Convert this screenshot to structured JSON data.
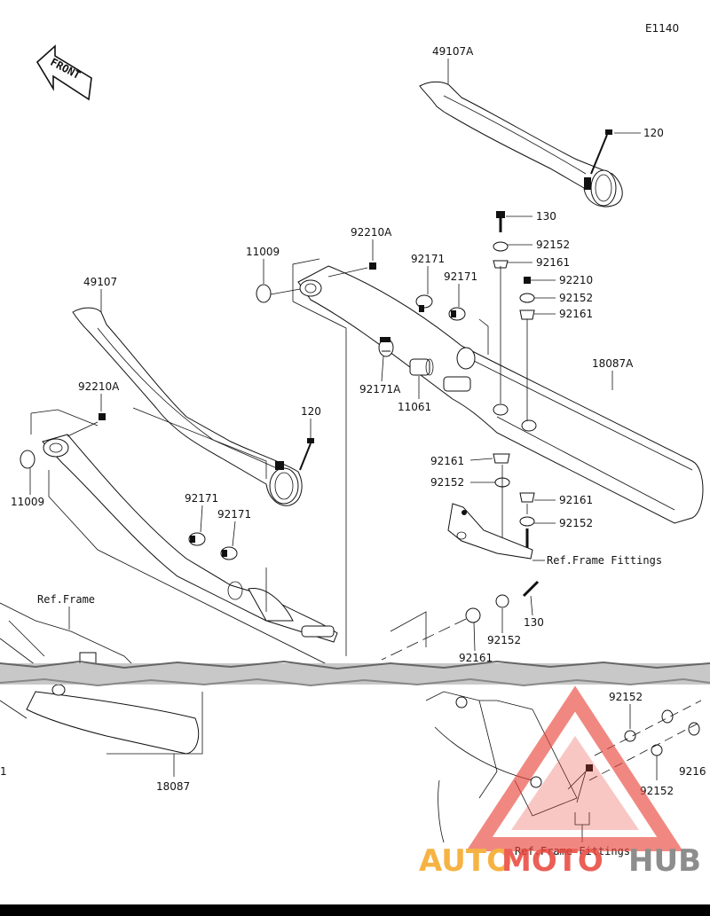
{
  "diagram": {
    "code": "E1140",
    "front_label": "FRONT",
    "ref_frame_label": "Ref.Frame",
    "ref_frame_fittings_label": "Ref.Frame Fittings",
    "parts": {
      "p49107A": "49107A",
      "p49107": "49107",
      "p120_top": "120",
      "p120_mid": "120",
      "p130_top": "130",
      "p130_bottom": "130",
      "p11009_top": "11009",
      "p11009_left": "11009",
      "p92210A_top": "92210A",
      "p92210A_left": "92210A",
      "p92210": "92210",
      "p92171_a": "92171",
      "p92171_b": "92171",
      "p92171_c": "92171",
      "p92171_d": "92171",
      "p92171A": "92171A",
      "p11061": "11061",
      "p18087A": "18087A",
      "p18087": "18087",
      "p92152_r1": "92152",
      "p92152_r2": "92152",
      "p92152_r3": "92152",
      "p92152_r4": "92152",
      "p92152_b": "92152",
      "p92152_inset1": "92152",
      "p92152_inset2": "92152",
      "p92161_r1": "92161",
      "p92161_r2": "92161",
      "p92161_r3": "92161",
      "p92161_r4": "92161",
      "p92161_b": "92161",
      "p9216_partial": "9216",
      "p1_partial": "1"
    }
  },
  "watermark": {
    "brand_part1": "AUTO",
    "brand_part2": "MOTO",
    "brand_part3": "HUB",
    "colors": {
      "orange": "#f5a623",
      "red": "#e8443a",
      "gray": "#7a7a7a"
    }
  }
}
